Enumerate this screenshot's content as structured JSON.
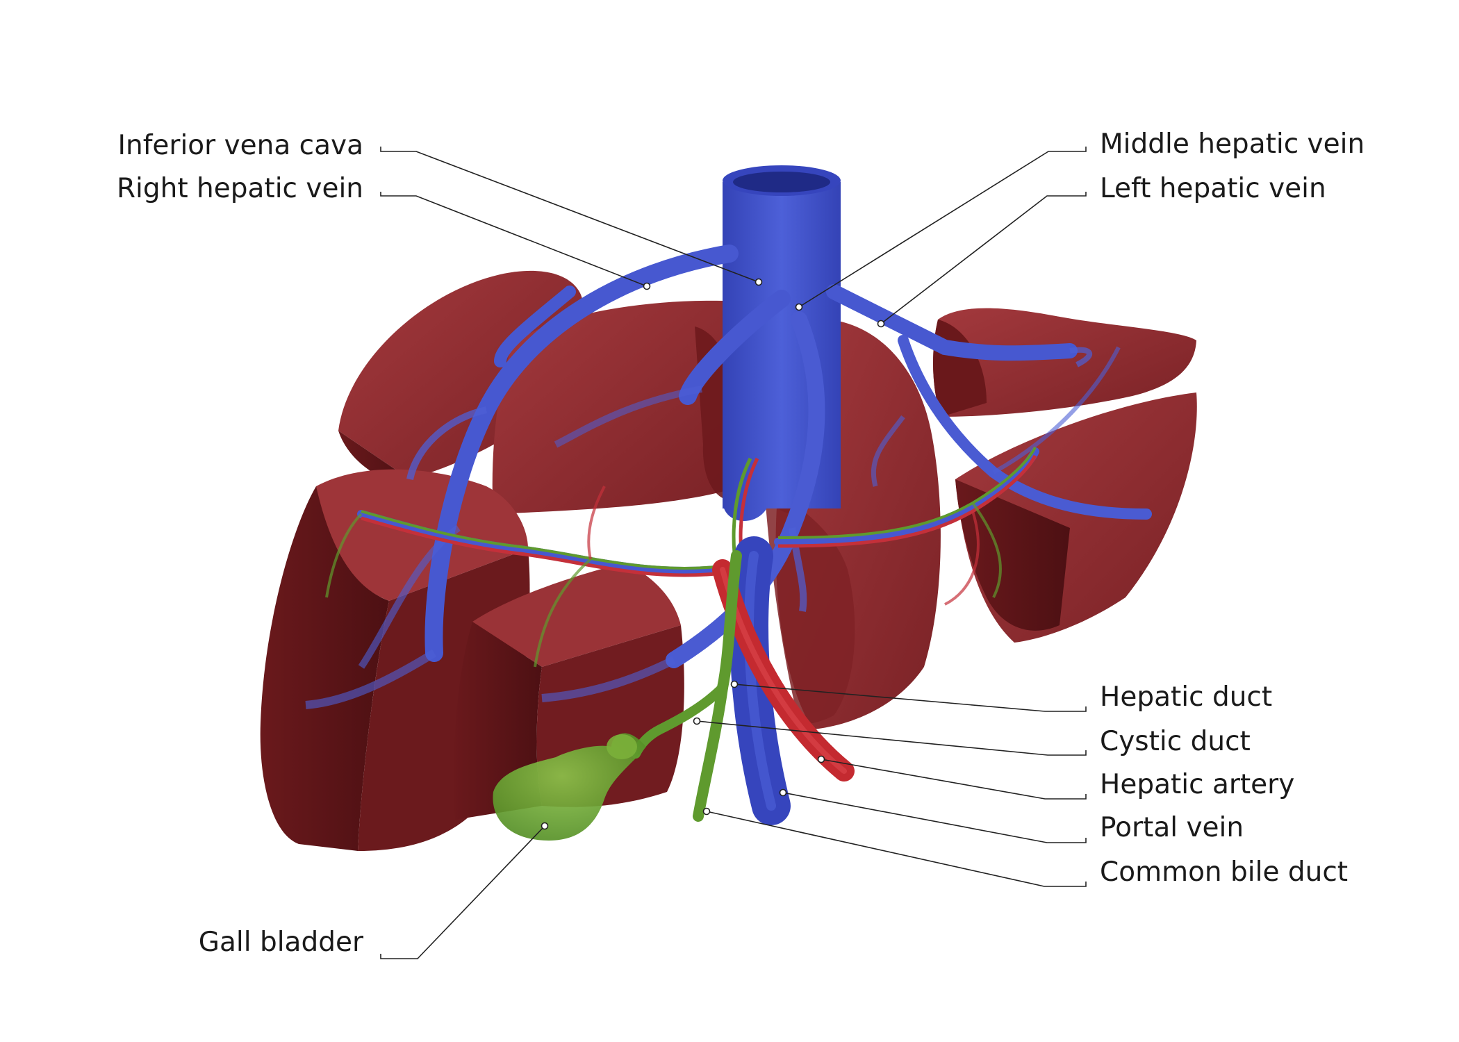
{
  "labels": {
    "inferior_vena_cava": "Inferior vena cava",
    "right_hepatic_vein": "Right hepatic vein",
    "middle_hepatic_vein": "Middle hepatic vein",
    "left_hepatic_vein": "Left hepatic vein",
    "hepatic_duct": "Hepatic duct",
    "cystic_duct": "Cystic duct",
    "hepatic_artery": "Hepatic artery",
    "portal_vein": "Portal vein",
    "common_bile_duct": "Common bile duct",
    "gall_bladder": "Gall bladder"
  },
  "colors": {
    "liver": "#8e2a2e",
    "liver_dark": "#5e1518",
    "liver_light": "#a4373b",
    "vein": "#3d4fc4",
    "vein_light": "#5b6ee0",
    "artery": "#c42a30",
    "duct": "#5f9a2e",
    "gall_bladder": "#6fa636"
  }
}
